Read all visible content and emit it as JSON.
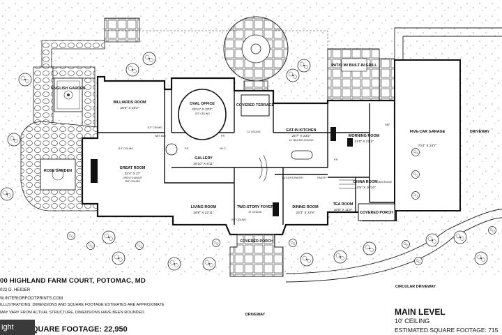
{
  "rooms": {
    "english_garden": "ENGLISH GARDEN",
    "billiards_room": "BILLIARDS ROOM",
    "billiards_dim": "25'6\" X 20'2\"",
    "oval_office": "OVAL OFFICE",
    "oval_dim": "26'11\" X 23'3\"",
    "oval_ceiling": "11'3\" CEILING",
    "covered_terrace": "COVERED TERRACE",
    "patio": "PATIO W/ BUILT-IN GRILL",
    "eat_in_kitchen": "EAT-IN KITCHEN",
    "kitchen_dim": "24'7\" X 23'2\"",
    "kitchen_ceiling": "13' VAULTED CEILING",
    "morning_room": "MORNING ROOM",
    "morning_dim": "21'0\" X 22'1\"",
    "garage": "FIVE-CAR GARAGE",
    "garage_dim": "70'4\" X 24'7\"",
    "rose_garden": "ROSE GARDEN",
    "great_room": "GREAT ROOM",
    "great_dim": "32'4\" X 27'",
    "great_note": "OPEN TO ABOVE",
    "great_ceiling": "29'6\" CEILING",
    "gallery": "GALLERY",
    "gallery_dim": "26'10\" X 8'11\"",
    "butlers_pantry": "BUTLER'S PANTRY",
    "pantry": "PANTRY",
    "china_room": "CHINA ROOM",
    "china_dim": "13'5\" X 10'10\"",
    "mud_room": "MUD ROOM",
    "living_room": "LIVING ROOM",
    "living_dim": "26'8\" X 22'11\"",
    "foyer": "TWO-STORY FOYER",
    "foyer_ceiling": "22' CEILING",
    "dining_room": "DINING ROOM",
    "dining_dim": "23'3\" X 22'8\"",
    "tea_room": "TEA ROOM",
    "tea_dim": "16'5\" X 11'8\"",
    "covered_porch_east": "COVERED PORCH",
    "covered_porch_front": "COVERED PORCH",
    "wet_bar": "WET BAR",
    "ceiling_11": "11'3\" CEILING",
    "ceiling_114": "11'4\" CEILING",
    "ceiling_12": "12' CEILING",
    "ceiling_106": "10'6\" CEILING",
    "pr1": "P.R.",
    "pr2": "P.R.",
    "pr3": "P.R.",
    "wic": "W.I.C.",
    "ref": "REF."
  },
  "site": {
    "driveway_east": "DRIVEWAY",
    "driveway_south": "DRIVEWAY",
    "circular_driveway": "CIRCULAR DRIVEWAY"
  },
  "info": {
    "address": "00 HIGHLAND FARM COURT, POTOMAC, MD",
    "credit": "022 D. HEIDER",
    "website": "W.INTERIORFOOTPRINTS.COM",
    "disclaimer1": "ILLUSTRATIONS, DIMENSIONS AND SQUARE FOOTAGE ESTIMATES ARE APPROXIMATE",
    "disclaimer2": "MAY VARY FROM ACTUAL STRUCTURE. DIMENSIONS HAVE BEEN ROUNDED.",
    "total_sqft": "QUARE FOOTAGE: 22,950"
  },
  "level": {
    "title": "MAIN LEVEL",
    "ceiling": "10' CEILING",
    "sqft": "ESTIMATED SQUARE FOOTAGE: 715"
  },
  "watermark": "ight"
}
